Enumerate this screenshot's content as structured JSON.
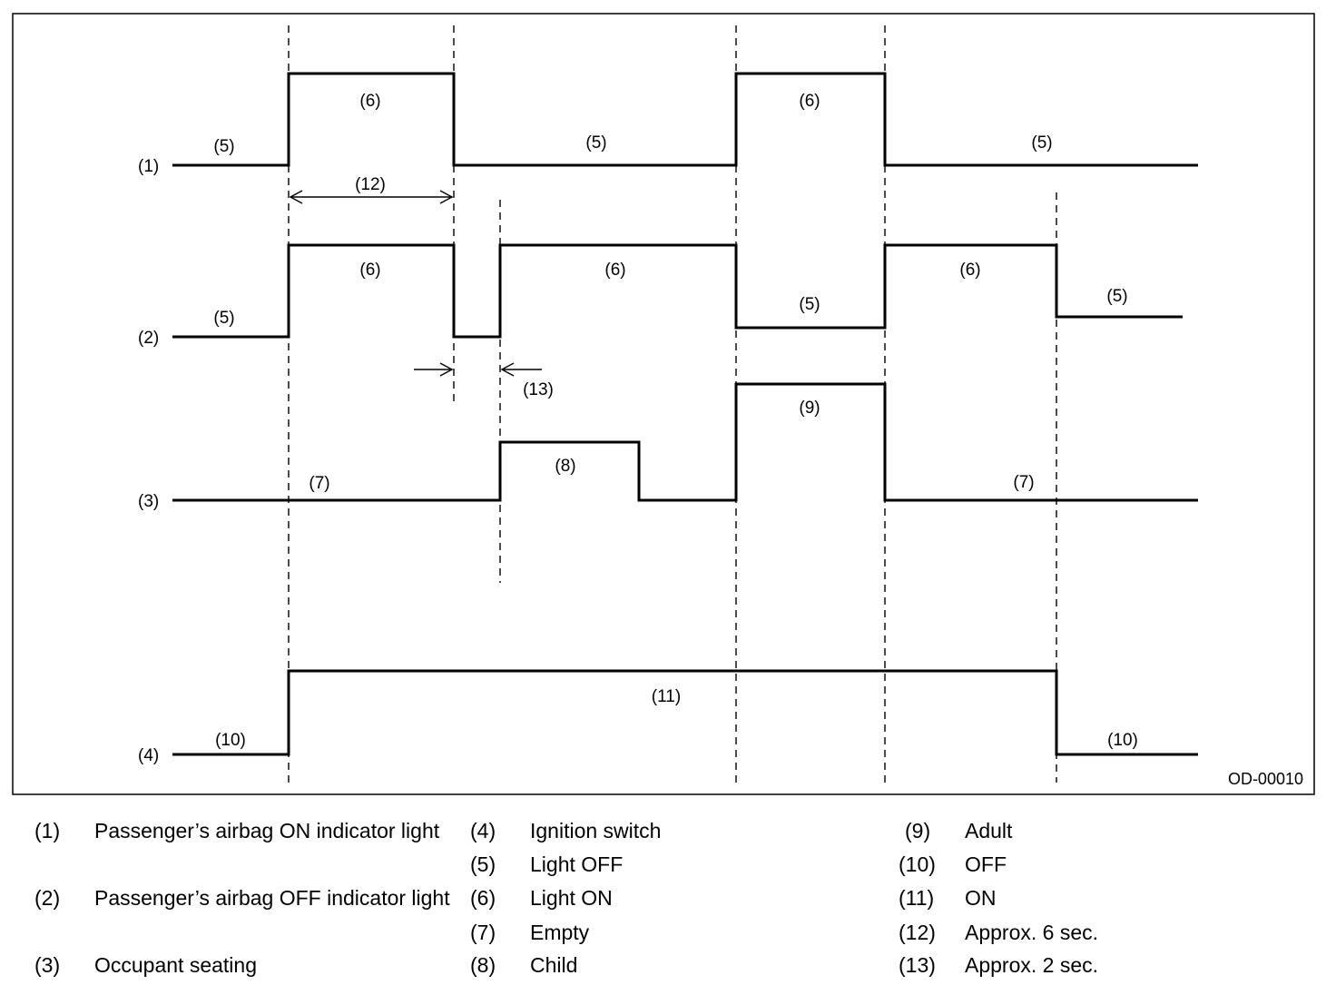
{
  "signals": [
    {
      "id": "(1)"
    },
    {
      "id": "(2)"
    },
    {
      "id": "(3)"
    },
    {
      "id": "(4)"
    }
  ],
  "labels": {
    "l5": "(5)",
    "l6": "(6)",
    "l7": "(7)",
    "l8": "(8)",
    "l9": "(9)",
    "l10": "(10)",
    "l11": "(11)",
    "l12": "(12)",
    "l13": "(13)"
  },
  "figure_code": "OD-00010",
  "legend": [
    {
      "num": "(1)",
      "text": "Passenger’s airbag ON indicator light"
    },
    {
      "num": "(2)",
      "text": "Passenger’s airbag OFF indicator light"
    },
    {
      "num": "(3)",
      "text": "Occupant seating"
    },
    {
      "num": "(4)",
      "text": "Ignition switch"
    },
    {
      "num": "(5)",
      "text": "Light OFF"
    },
    {
      "num": "(6)",
      "text": "Light ON"
    },
    {
      "num": "(7)",
      "text": "Empty"
    },
    {
      "num": "(8)",
      "text": "Child"
    },
    {
      "num": "(9)",
      "text": "Adult"
    },
    {
      "num": "(10)",
      "text": "OFF"
    },
    {
      "num": "(11)",
      "text": "ON"
    },
    {
      "num": "(12)",
      "text": "Approx. 6 sec."
    },
    {
      "num": "(13)",
      "text": "Approx. 2 sec."
    }
  ]
}
